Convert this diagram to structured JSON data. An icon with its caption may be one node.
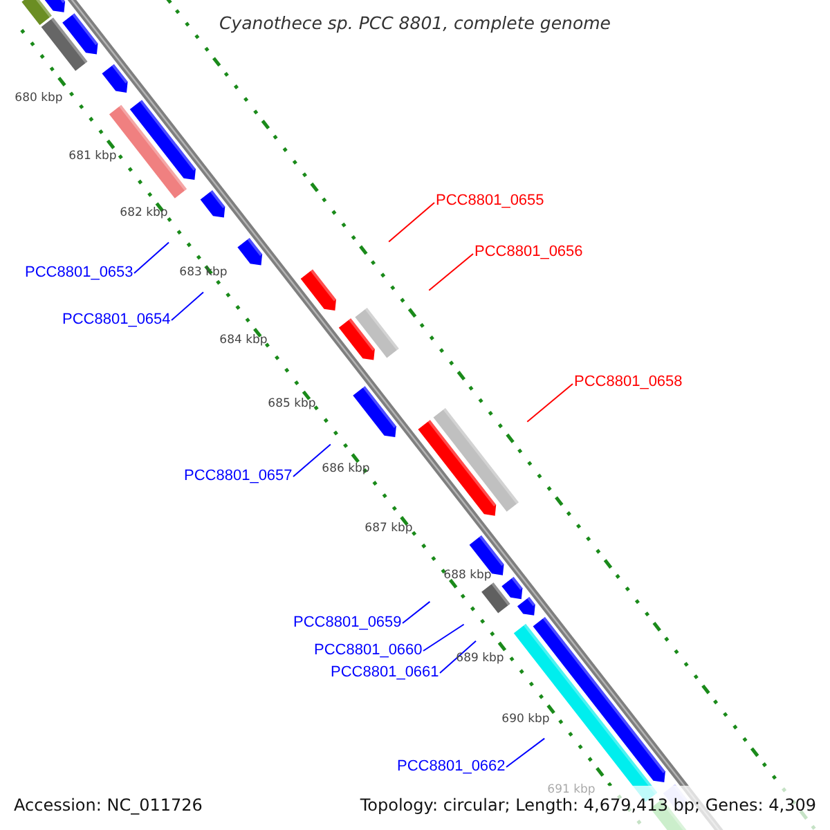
{
  "diagram": {
    "title": "Cyanothece sp. PCC 8801, complete genome",
    "nodes": [
      {
        "text": [
          "PCC8801_0655"
        ]
      },
      {
        "text": [
          "PCC8801_0656"
        ]
      },
      {
        "text": [
          "PCC8801_0653"
        ]
      },
      {
        "text": [
          "PCC8801_0654"
        ]
      },
      {
        "text": [
          "PCC8801_0658"
        ]
      },
      {
        "text": [
          "PCC8801_0657"
        ]
      },
      {
        "text": [
          "PCC8801_0659"
        ]
      },
      {
        "text": [
          "PCC8801_0660"
        ]
      },
      {
        "text": [
          "PCC8801_0661"
        ]
      },
      {
        "text": [
          "PCC8801_0662"
        ]
      }
    ],
    "edges": [
      {
        "from": 0,
        "to": null,
        "arrow": "none",
        "color": "#ff0000"
      },
      {
        "from": 1,
        "to": null,
        "arrow": "none",
        "color": "#ff0000"
      },
      {
        "from": 2,
        "to": null,
        "arrow": "none"
      },
      {
        "from": 3,
        "to": null,
        "arrow": "none"
      },
      {
        "from": 4,
        "to": null,
        "arrow": "none",
        "color": "#ff0000"
      },
      {
        "from": 5,
        "to": null,
        "arrow": "none"
      },
      {
        "from": 6,
        "to": null,
        "arrow": "none"
      },
      {
        "from": 7,
        "to": null,
        "arrow": "none"
      },
      {
        "from": 8,
        "to": null,
        "arrow": "none"
      },
      {
        "from": 9,
        "to": null,
        "arrow": "none"
      }
    ],
    "labels": [
      "680 kbp",
      "681 kbp",
      "682 kbp",
      "683 kbp",
      "684 kbp",
      "685 kbp",
      "686 kbp",
      "687 kbp",
      "688 kbp",
      "689 kbp",
      "690 kbp",
      "691 kbp",
      "Accession: NC_011726",
      "Topology: circular; Length: 4,679,413 bp; Genes: 4,309"
    ]
  }
}
